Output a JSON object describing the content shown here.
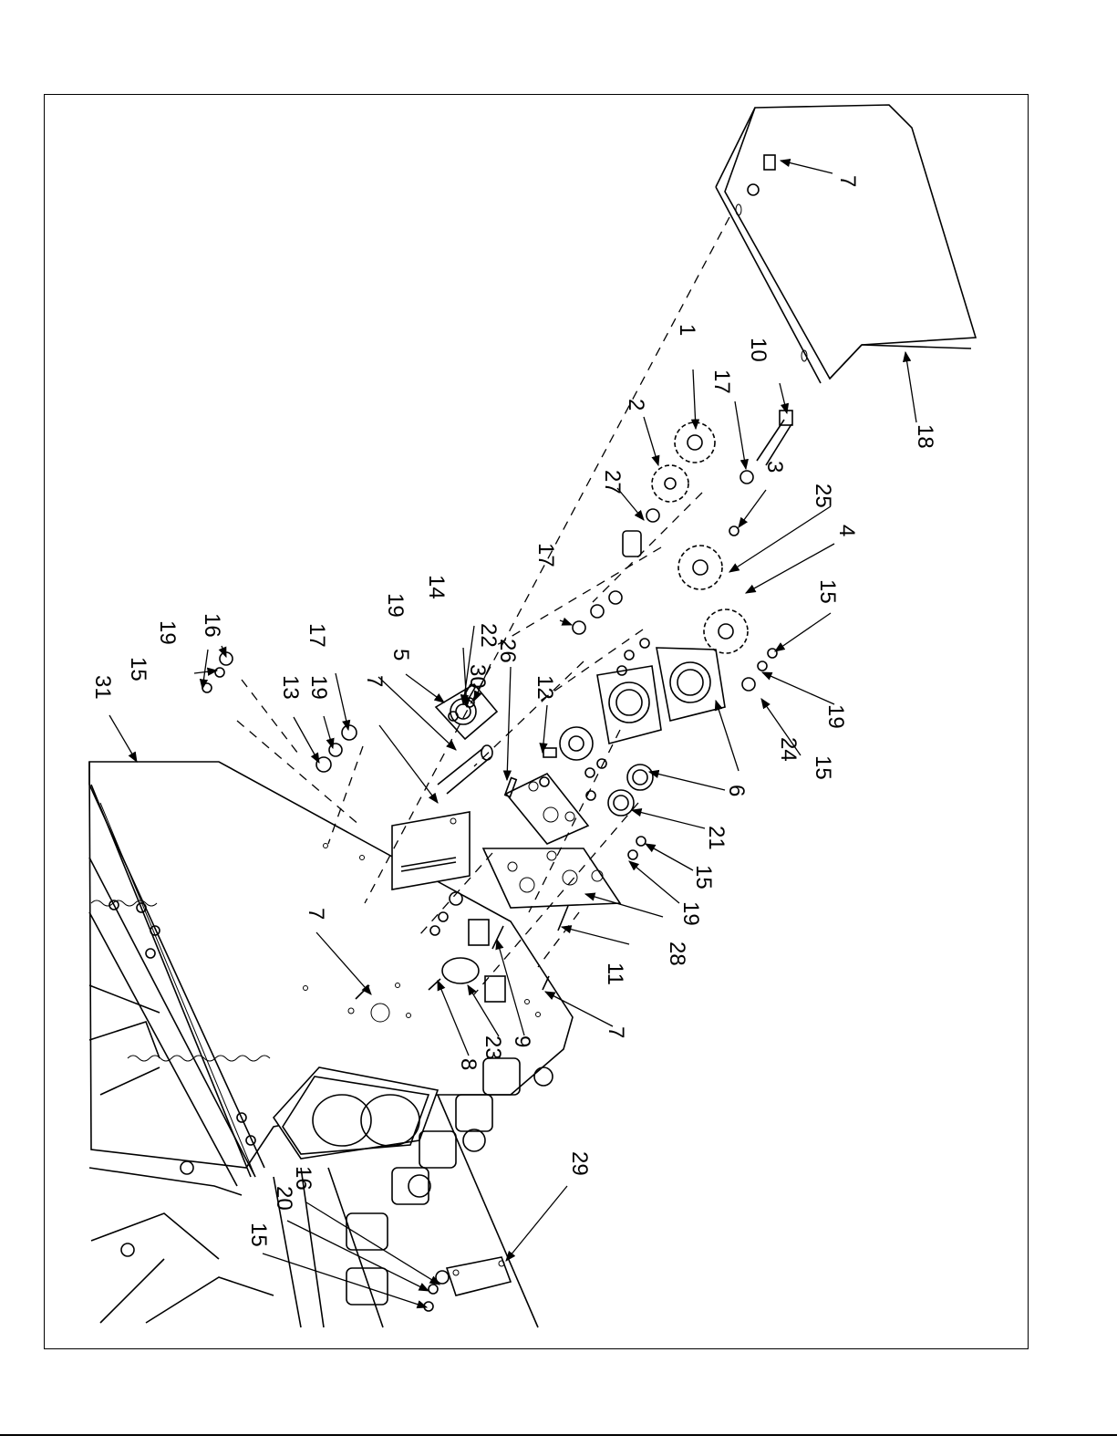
{
  "diagram": {
    "type": "exploded-parts-view",
    "callouts": [
      {
        "id": "c-1",
        "label": "1"
      },
      {
        "id": "c-2",
        "label": "2"
      },
      {
        "id": "c-3",
        "label": "3"
      },
      {
        "id": "c-4",
        "label": "4"
      },
      {
        "id": "c-5",
        "label": "5"
      },
      {
        "id": "c-6",
        "label": "6"
      },
      {
        "id": "c-7a",
        "label": "7"
      },
      {
        "id": "c-7b",
        "label": "7"
      },
      {
        "id": "c-7c",
        "label": "7"
      },
      {
        "id": "c-8",
        "label": "8"
      },
      {
        "id": "c-9",
        "label": "9"
      },
      {
        "id": "c-10",
        "label": "10"
      },
      {
        "id": "c-11",
        "label": "11"
      },
      {
        "id": "c-12",
        "label": "12"
      },
      {
        "id": "c-13",
        "label": "13"
      },
      {
        "id": "c-14",
        "label": "14"
      },
      {
        "id": "c-15a",
        "label": "15"
      },
      {
        "id": "c-15b",
        "label": "15"
      },
      {
        "id": "c-15c",
        "label": "15"
      },
      {
        "id": "c-15d",
        "label": "15"
      },
      {
        "id": "c-15e",
        "label": "15"
      },
      {
        "id": "c-16a",
        "label": "16"
      },
      {
        "id": "c-16b",
        "label": "16"
      },
      {
        "id": "c-16c",
        "label": "16"
      },
      {
        "id": "c-17a",
        "label": "17"
      },
      {
        "id": "c-17b",
        "label": "17"
      },
      {
        "id": "c-17c",
        "label": "17"
      },
      {
        "id": "c-18",
        "label": "18"
      },
      {
        "id": "c-19a",
        "label": "19"
      },
      {
        "id": "c-19b",
        "label": "19"
      },
      {
        "id": "c-19c",
        "label": "19"
      },
      {
        "id": "c-19d",
        "label": "19"
      },
      {
        "id": "c-19e",
        "label": "19"
      },
      {
        "id": "c-20",
        "label": "20"
      },
      {
        "id": "c-21",
        "label": "21"
      },
      {
        "id": "c-22",
        "label": "22"
      },
      {
        "id": "c-23",
        "label": "23"
      },
      {
        "id": "c-24",
        "label": "24"
      },
      {
        "id": "c-25",
        "label": "25"
      },
      {
        "id": "c-26",
        "label": "26"
      },
      {
        "id": "c-27",
        "label": "27"
      },
      {
        "id": "c-28",
        "label": "28"
      },
      {
        "id": "c-29",
        "label": "29"
      },
      {
        "id": "c-30",
        "label": "30"
      },
      {
        "id": "c-31",
        "label": "31"
      }
    ]
  }
}
